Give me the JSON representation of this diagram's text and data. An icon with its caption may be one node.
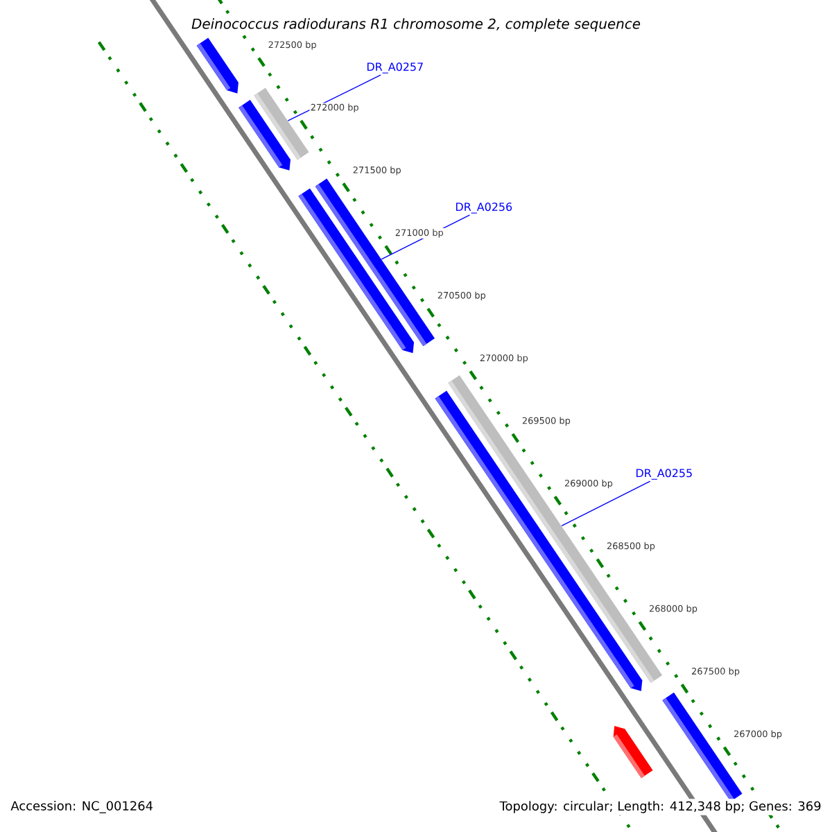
{
  "diagram": {
    "title": "Deinococcus radiodurans R1 chromosome 2, complete sequence",
    "nodes": [
      {
        "text": [
          "DR_A0257"
        ]
      },
      {
        "text": [],
        "shape": "bar"
      },
      {
        "text": [
          "DR_A0256"
        ]
      },
      {
        "text": [],
        "shape": "bar"
      },
      {
        "text": [
          "DR_A0255"
        ]
      },
      {
        "text": [],
        "shape": "bar"
      },
      {
        "text": [],
        "shape": "arrow"
      },
      {
        "text": [],
        "shape": "arrow"
      },
      {
        "text": [],
        "shape": "arrow"
      },
      {
        "text": [],
        "shape": "arrow"
      },
      {
        "text": [],
        "shape": "bar"
      },
      {
        "text": [],
        "shape": "arrow"
      }
    ],
    "edges": [
      {
        "from": 0,
        "to": 1,
        "arrow": "none"
      },
      {
        "from": 2,
        "to": 3,
        "arrow": "none"
      },
      {
        "from": 4,
        "to": 5,
        "arrow": "none"
      }
    ],
    "labels": [
      "272500 bp",
      "272000 bp",
      "271500 bp",
      "271000 bp",
      "270500 bp",
      "270000 bp",
      "269500 bp",
      "269000 bp",
      "268500 bp",
      "268000 bp",
      "267500 bp",
      "267000 bp",
      "Accession: NC_001264",
      "Topology: circular; Length: 412,348 bp; Genes: 369"
    ]
  }
}
